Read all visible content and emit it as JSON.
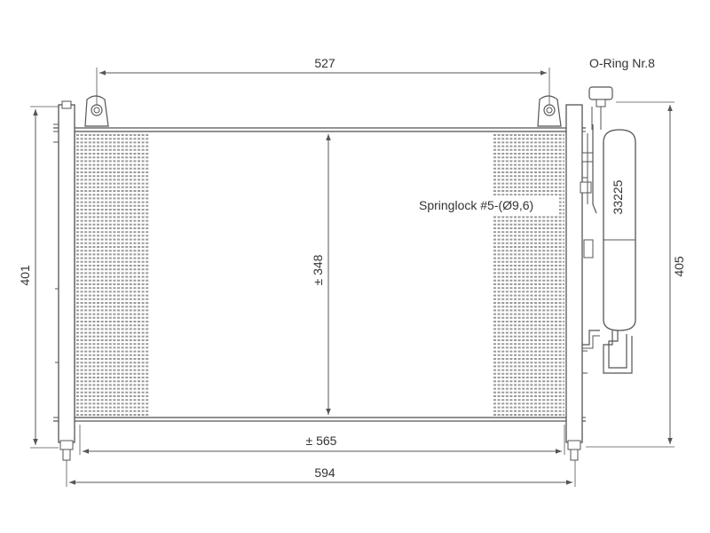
{
  "dimensions": {
    "top_width": "527",
    "left_height": "401",
    "right_height": "405",
    "core_height": "± 348",
    "core_width": "± 565",
    "overall_width": "594"
  },
  "annotations": {
    "oring": "O-Ring Nr.8",
    "springlock": "Springlock #5-(Ø9,6)",
    "part_number": "33225"
  },
  "colors": {
    "line": "#555555",
    "fin": "#9a9a9a",
    "text": "#333333"
  }
}
